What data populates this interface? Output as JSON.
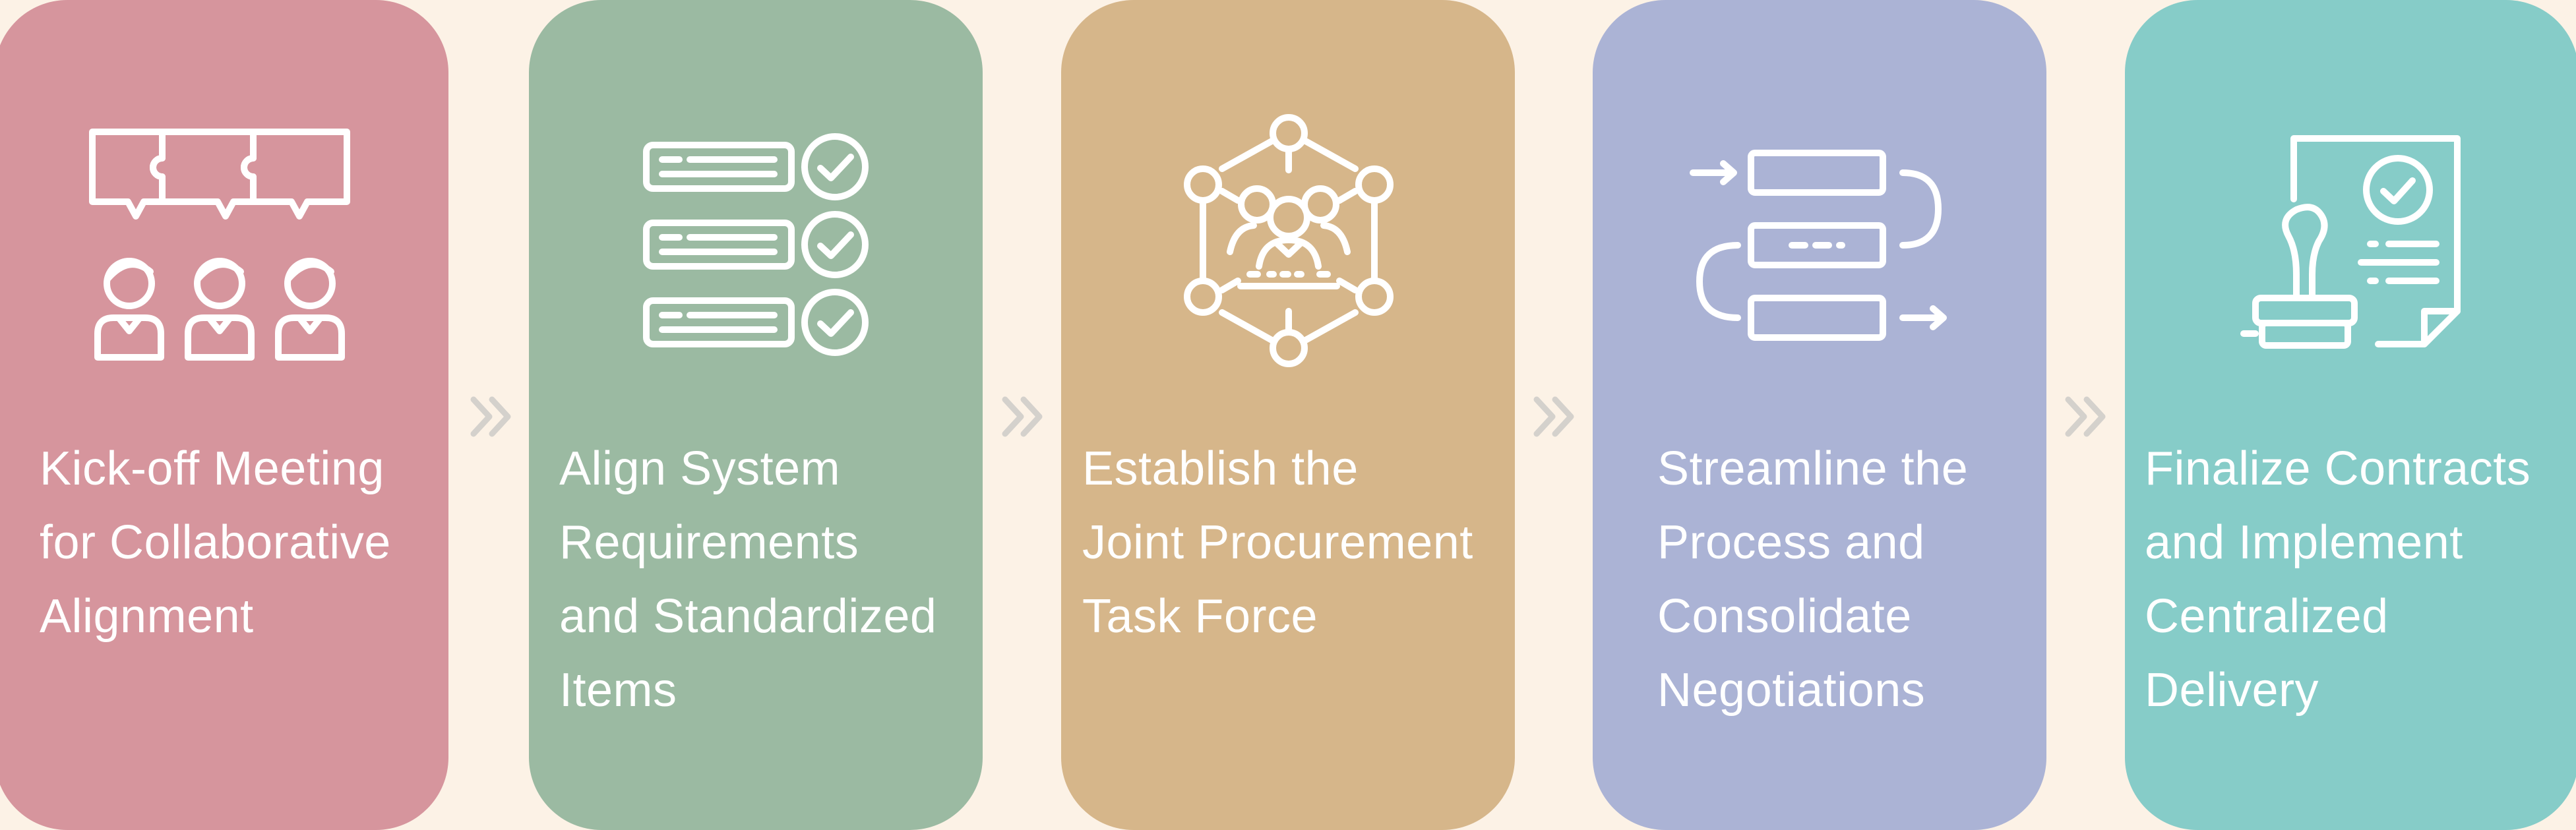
{
  "steps": [
    {
      "icon": "meeting-puzzle-icon",
      "color": "#d6959d",
      "lines": [
        "Kick-off Meeting",
        "for Collaborative",
        "Alignment"
      ]
    },
    {
      "icon": "checklist-icon",
      "color": "#9bbaa2",
      "lines": [
        "Align System",
        "Requirements",
        "and Standardized",
        "Items"
      ]
    },
    {
      "icon": "team-network-icon",
      "color": "#d6b68a",
      "lines": [
        "Establish the",
        "Joint Procurement",
        "Task Force"
      ]
    },
    {
      "icon": "process-flow-icon",
      "color": "#abb3d5",
      "lines": [
        "Streamline the",
        "Process and",
        "Consolidate",
        "Negotiations"
      ]
    },
    {
      "icon": "contract-stamp-icon",
      "color": "#86ccc8",
      "lines": [
        "Finalize Contracts",
        "and Implement",
        "Centralized",
        "Delivery"
      ]
    }
  ],
  "connector_icon": "double-chevron-right-icon",
  "connector_color": "#d4d1cc"
}
